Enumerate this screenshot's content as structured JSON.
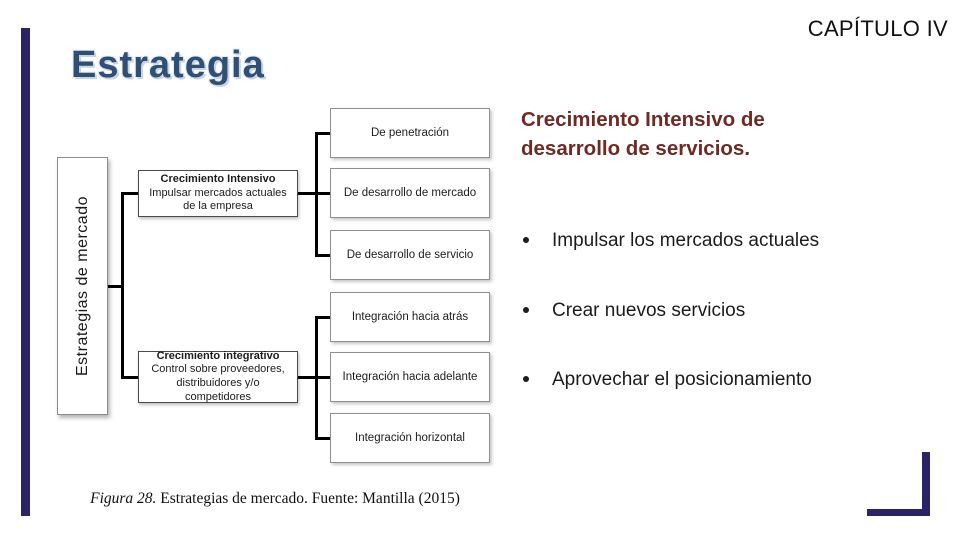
{
  "slide": {
    "chapter": "CAPÍTULO IV",
    "title": "Estrategia"
  },
  "content": {
    "heading": "Crecimiento Intensivo de desarrollo de servicios.",
    "bullets": [
      "Impulsar los mercados actuales",
      "Crear nuevos servicios",
      "Aprovechar el posicionamiento"
    ]
  },
  "figure": {
    "root_label": "Estrategias de mercado",
    "branches": [
      {
        "title": "Crecimiento Intensivo",
        "subtitle": "Impulsar mercados actuales de la empresa",
        "children": [
          "De penetración",
          "De desarrollo de mercado",
          "De desarrollo de servicio"
        ]
      },
      {
        "title": "Crecimiento integrativo",
        "subtitle": "Control sobre proveedores, distribuidores y/o competidores",
        "children": [
          "Integración hacia atrás",
          "Integración hacia adelante",
          "Integración horizontal"
        ]
      }
    ],
    "caption_label": "Figura 28.",
    "caption_rest": " Estrategias de mercado. Fuente: Mantilla (2015)"
  },
  "colors": {
    "accent_navy": "#2a2466",
    "title_blue": "#2f4f74",
    "heading_maroon": "#6e2a23",
    "connector_black": "#000000"
  }
}
